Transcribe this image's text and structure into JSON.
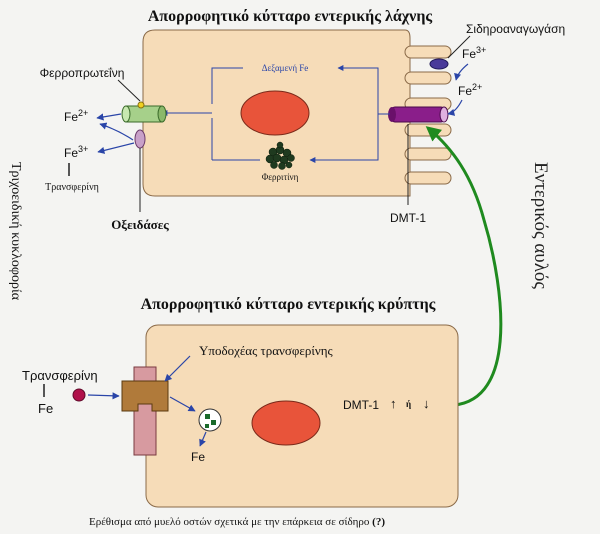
{
  "villus_cell": {
    "title": "Απορροφητικό κύτταρο εντερικής λάχνης",
    "ferroportin": "Φερροπρωτεΐνη",
    "fe2_out": "Fe",
    "fe3_out": "Fe",
    "transferrin": "Τρανσφερίνη",
    "oxidases": "Οξειδάσες",
    "fe_pool": "Δεξαμενή Fe",
    "ferritin": "Φερριτίνη",
    "dmt1": "DMT-1",
    "ferroreductase": "Σιδηροαναγωγάση",
    "fe3_lumen": "Fe",
    "fe2_lumen": "Fe",
    "sup_2plus": "2+",
    "sup_3plus": "3+"
  },
  "side_labels": {
    "circulation": "Τριχοειδική κυκλοφορία",
    "lumen": "Εντερικός αυλός"
  },
  "crypt_cell": {
    "title": "Απορροφητικό κύτταρο εντερικής κρύπτης",
    "transferrin_receptor": "Υποδοχέας τρανσφερίνης",
    "transferrin": "Τρανσφερίνη",
    "fe_bound": "Fe",
    "fe_inside": "Fe",
    "dmt1_regulation": "DMT-1",
    "up_arrow": "↑",
    "or_word": "ή",
    "down_arrow": "↓"
  },
  "caption": "Ερέθισμα από μυελό οστών σχετικά με την επάρκεια σε σίδηρο",
  "caption_mark": "(?)",
  "colors": {
    "cell_fill": "#f6dcb8",
    "nucleus": "#e8543a",
    "blue_arrow": "#2a45a8",
    "green_arrow": "#1f8a1f",
    "dmt1": "#8a1e8a",
    "ferroportin": "#a6d08a",
    "receptor": "#b07a3a"
  }
}
